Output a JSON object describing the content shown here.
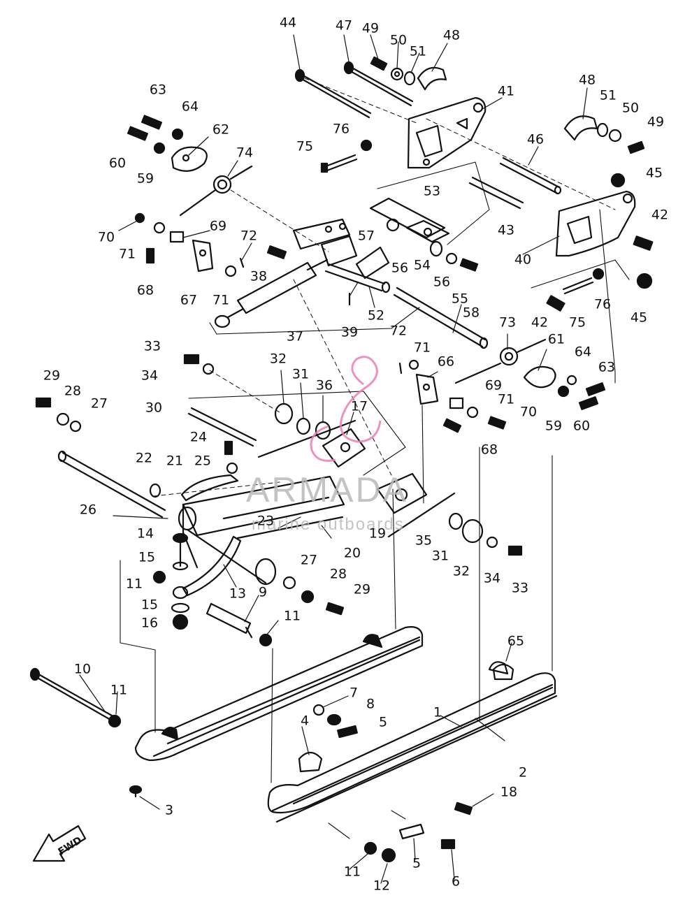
{
  "diagram": {
    "callouts": [
      {
        "id": "c44",
        "text": "44"
      },
      {
        "id": "c47",
        "text": "47"
      },
      {
        "id": "c49a",
        "text": "49"
      },
      {
        "id": "c50a",
        "text": "50"
      },
      {
        "id": "c51a",
        "text": "51"
      },
      {
        "id": "c48a",
        "text": "48"
      },
      {
        "id": "c41",
        "text": "41"
      },
      {
        "id": "c48b",
        "text": "48"
      },
      {
        "id": "c51b",
        "text": "51"
      },
      {
        "id": "c50b",
        "text": "50"
      },
      {
        "id": "c49b",
        "text": "49"
      },
      {
        "id": "c63a",
        "text": "63"
      },
      {
        "id": "c64a",
        "text": "64"
      },
      {
        "id": "c62",
        "text": "62"
      },
      {
        "id": "c60a",
        "text": "60"
      },
      {
        "id": "c59a",
        "text": "59"
      },
      {
        "id": "c74",
        "text": "74"
      },
      {
        "id": "c76a",
        "text": "76"
      },
      {
        "id": "c75a",
        "text": "75"
      },
      {
        "id": "c46",
        "text": "46"
      },
      {
        "id": "c45a",
        "text": "45"
      },
      {
        "id": "c53",
        "text": "53"
      },
      {
        "id": "c42a",
        "text": "42"
      },
      {
        "id": "c43",
        "text": "43"
      },
      {
        "id": "c70a",
        "text": "70"
      },
      {
        "id": "c69a",
        "text": "69"
      },
      {
        "id": "c72a",
        "text": "72"
      },
      {
        "id": "c57",
        "text": "57"
      },
      {
        "id": "c71a",
        "text": "71"
      },
      {
        "id": "c38",
        "text": "38"
      },
      {
        "id": "c56a",
        "text": "56"
      },
      {
        "id": "c54",
        "text": "54"
      },
      {
        "id": "c40",
        "text": "40"
      },
      {
        "id": "c68a",
        "text": "68"
      },
      {
        "id": "c67",
        "text": "67"
      },
      {
        "id": "c71b",
        "text": "71"
      },
      {
        "id": "c56b",
        "text": "56"
      },
      {
        "id": "c55",
        "text": "55"
      },
      {
        "id": "c42b",
        "text": "42"
      },
      {
        "id": "c75b",
        "text": "75"
      },
      {
        "id": "c76b",
        "text": "76"
      },
      {
        "id": "c45b",
        "text": "45"
      },
      {
        "id": "c52",
        "text": "52"
      },
      {
        "id": "c58",
        "text": "58"
      },
      {
        "id": "c39",
        "text": "39"
      },
      {
        "id": "c37",
        "text": "37"
      },
      {
        "id": "c73",
        "text": "73"
      },
      {
        "id": "c33a",
        "text": "33"
      },
      {
        "id": "c72b",
        "text": "72"
      },
      {
        "id": "c71c",
        "text": "71"
      },
      {
        "id": "c61",
        "text": "61"
      },
      {
        "id": "c34a",
        "text": "34"
      },
      {
        "id": "c32a",
        "text": "32"
      },
      {
        "id": "c31a",
        "text": "31"
      },
      {
        "id": "c36",
        "text": "36"
      },
      {
        "id": "c66",
        "text": "66"
      },
      {
        "id": "c64b",
        "text": "64"
      },
      {
        "id": "c63b",
        "text": "63"
      },
      {
        "id": "c29a",
        "text": "29"
      },
      {
        "id": "c28a",
        "text": "28"
      },
      {
        "id": "c27a",
        "text": "27"
      },
      {
        "id": "c30",
        "text": "30"
      },
      {
        "id": "c17",
        "text": "17"
      },
      {
        "id": "c69b",
        "text": "69"
      },
      {
        "id": "c71d",
        "text": "71"
      },
      {
        "id": "c70b",
        "text": "70"
      },
      {
        "id": "c59b",
        "text": "59"
      },
      {
        "id": "c60b",
        "text": "60"
      },
      {
        "id": "c24",
        "text": "24"
      },
      {
        "id": "c68b",
        "text": "68"
      },
      {
        "id": "c22",
        "text": "22"
      },
      {
        "id": "c21",
        "text": "21"
      },
      {
        "id": "c25",
        "text": "25"
      },
      {
        "id": "c26",
        "text": "26"
      },
      {
        "id": "c23",
        "text": "23"
      },
      {
        "id": "c19",
        "text": "19"
      },
      {
        "id": "c35",
        "text": "35"
      },
      {
        "id": "c14",
        "text": "14"
      },
      {
        "id": "c20",
        "text": "20"
      },
      {
        "id": "c31b",
        "text": "31"
      },
      {
        "id": "c32b",
        "text": "32"
      },
      {
        "id": "c34b",
        "text": "34"
      },
      {
        "id": "c33b",
        "text": "33"
      },
      {
        "id": "c15a",
        "text": "15"
      },
      {
        "id": "c27b",
        "text": "27"
      },
      {
        "id": "c28b",
        "text": "28"
      },
      {
        "id": "c11a",
        "text": "11"
      },
      {
        "id": "c13",
        "text": "13"
      },
      {
        "id": "c9",
        "text": "9"
      },
      {
        "id": "c29b",
        "text": "29"
      },
      {
        "id": "c15b",
        "text": "15"
      },
      {
        "id": "c16",
        "text": "16"
      },
      {
        "id": "c11b",
        "text": "11"
      },
      {
        "id": "c65",
        "text": "65"
      },
      {
        "id": "c10",
        "text": "10"
      },
      {
        "id": "c11c",
        "text": "11"
      },
      {
        "id": "c7",
        "text": "7"
      },
      {
        "id": "c1",
        "text": "1"
      },
      {
        "id": "c8",
        "text": "8"
      },
      {
        "id": "c4",
        "text": "4"
      },
      {
        "id": "c5a",
        "text": "5"
      },
      {
        "id": "c2",
        "text": "2"
      },
      {
        "id": "c18",
        "text": "18"
      },
      {
        "id": "c3",
        "text": "3"
      },
      {
        "id": "c11d",
        "text": "11"
      },
      {
        "id": "c5b",
        "text": "5"
      },
      {
        "id": "c6",
        "text": "6"
      },
      {
        "id": "c12",
        "text": "12"
      }
    ]
  },
  "watermark": {
    "title": "ARMADA",
    "subtitle": "marine outboards",
    "color": "#b9b9b9",
    "accent": "#e87fb5"
  },
  "fwd_badge": {
    "text": "FWD"
  },
  "colors": {
    "line": "#111111",
    "background": "#ffffff"
  }
}
